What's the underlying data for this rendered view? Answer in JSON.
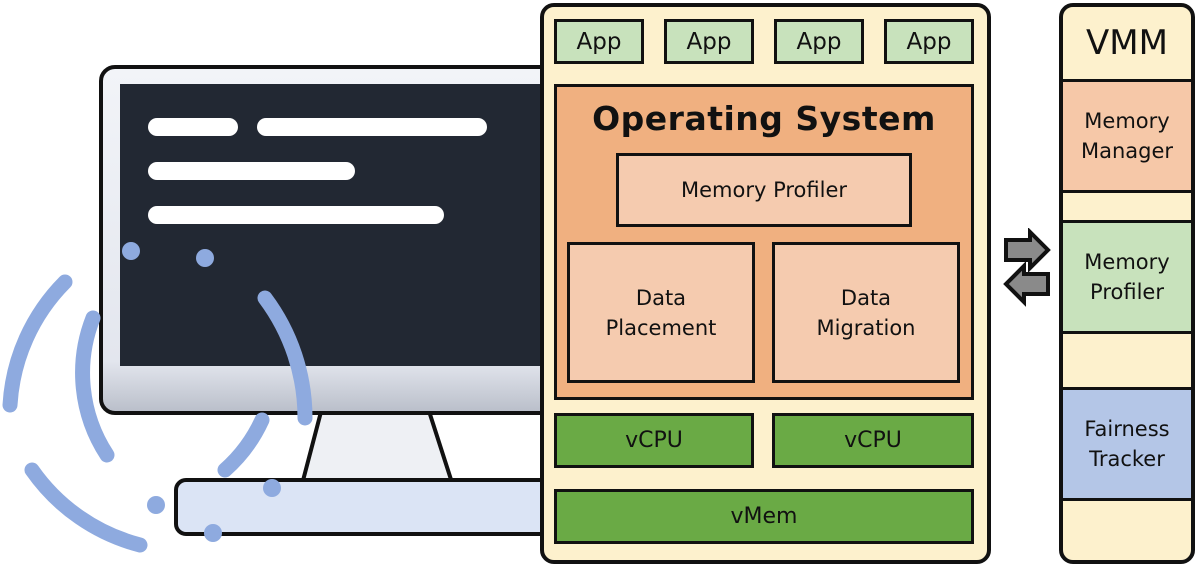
{
  "vm": {
    "apps": [
      "App",
      "App",
      "App",
      "App"
    ],
    "os": {
      "title": "Operating System",
      "memory_profiler": "Memory Profiler",
      "data_placement": "Data\nPlacement",
      "data_migration": "Data\nMigration"
    },
    "vcpus": [
      "vCPU",
      "vCPU"
    ],
    "vmem": "vMem"
  },
  "vmm": {
    "title": "VMM",
    "memory_manager": "Memory\nManager",
    "memory_profiler": "Memory\nProfiler",
    "fairness_tracker": "Fairness\nTracker"
  },
  "colors": {
    "monitor_screen": "#222833",
    "monitor_body": "#e6e9f0",
    "monitor_base": "#dbe4f5",
    "signal_blue": "#8eaadf",
    "vm_background": "#fdf1cd",
    "app_green": "#c8e2bc",
    "os_orange": "#f0b080",
    "inner_peach": "#f5cbaf",
    "vcpu_green": "#6aaa45",
    "fairness_blue": "#b4c6e7"
  },
  "icons": {
    "monitor": "monitor-illustration-icon",
    "arrows": "bidirectional-arrows-icon"
  }
}
